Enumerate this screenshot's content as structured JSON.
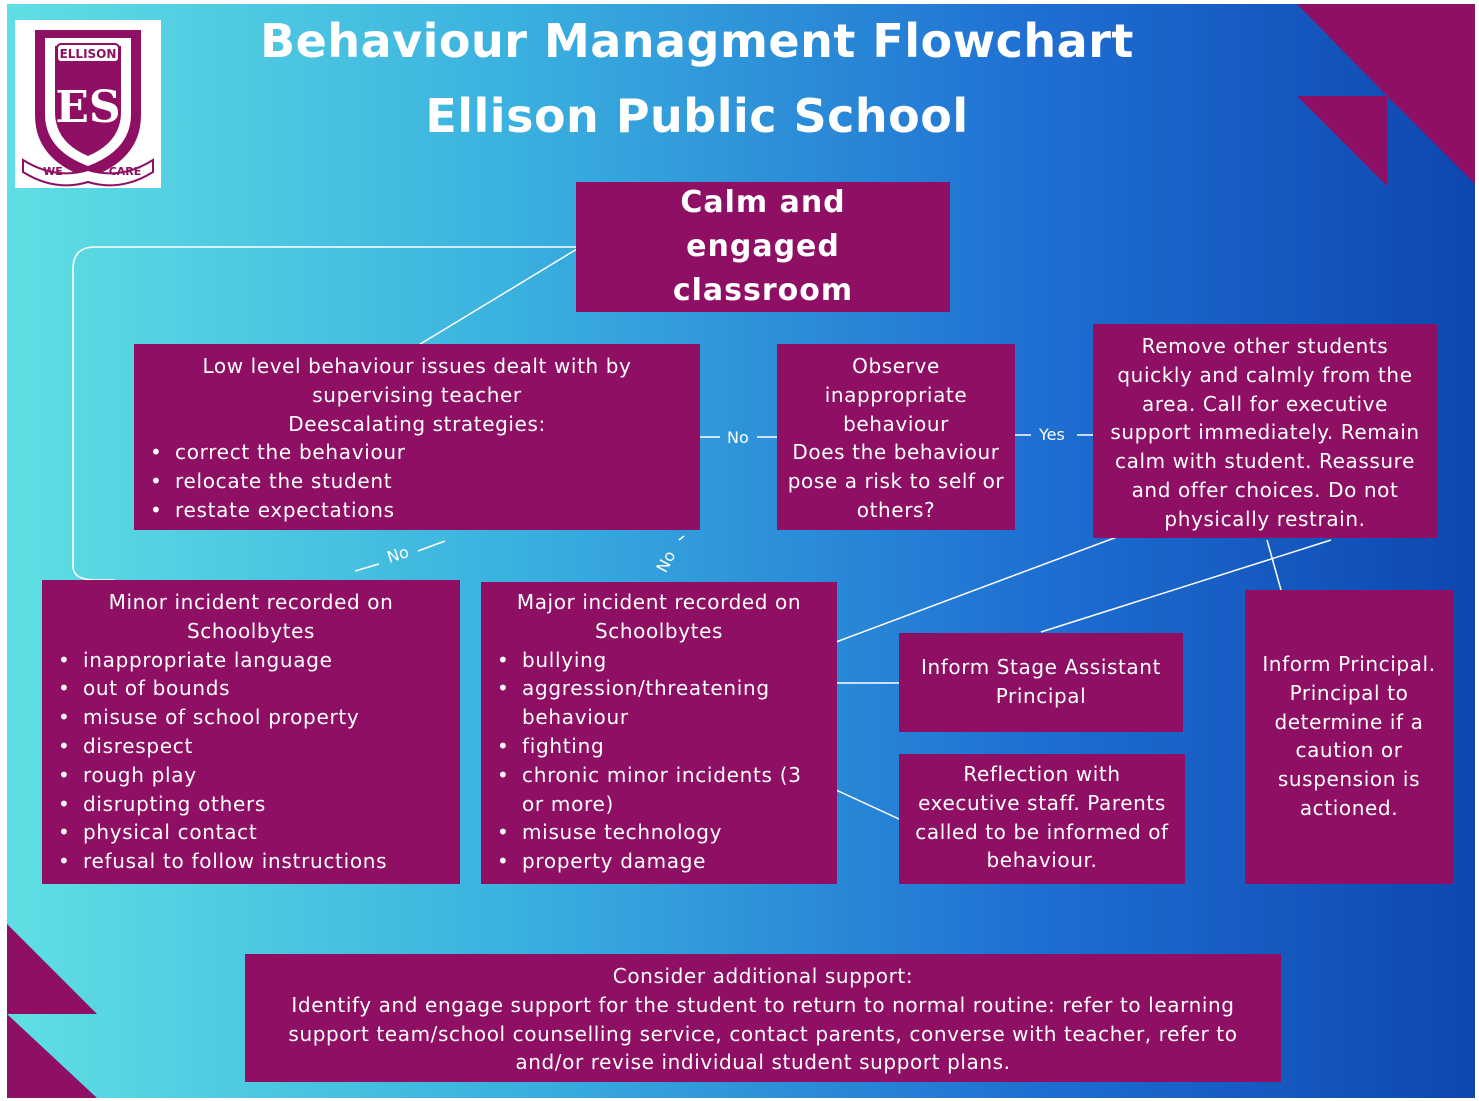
{
  "title": {
    "line1": "Behaviour Managment Flowchart",
    "line2": "Ellison Public School"
  },
  "logo": {
    "top_text": "ELLISON",
    "monogram": "ES",
    "bottom_left": "WE",
    "bottom_right": "CARE"
  },
  "boxes": {
    "calm": "Calm and engaged classroom",
    "low_level": {
      "lines": [
        "Low level behaviour issues dealt with by",
        "supervising teacher",
        "Deescalating strategies:"
      ],
      "items": [
        "correct the behaviour",
        "relocate the student",
        "restate expectations"
      ]
    },
    "observe": {
      "lines": [
        "Observe",
        "inappropriate",
        "behaviour",
        "Does the behaviour",
        "pose a risk to self or",
        "others?"
      ]
    },
    "remove": {
      "lines": [
        "Remove other students",
        "quickly and calmly from the",
        "area. Call for executive",
        "support immediately. Remain",
        "calm with student. Reassure",
        "and offer choices. Do not",
        "physically restrain."
      ]
    },
    "minor": {
      "lines": [
        "Minor incident recorded on",
        "Schoolbytes"
      ],
      "items": [
        "inappropriate language",
        "out of bounds",
        "misuse of school property",
        "disrespect",
        "rough play",
        "disrupting others",
        "physical contact",
        "refusal to follow instructions"
      ]
    },
    "major": {
      "lines": [
        "Major incident recorded on",
        "Schoolbytes"
      ],
      "items": [
        "bullying",
        "aggression/threatening behaviour",
        "fighting",
        "chronic minor incidents (3 or more)",
        "misuse technology",
        "property damage"
      ]
    },
    "inform_stage": {
      "lines": [
        "Inform Stage Assistant",
        "Principal"
      ]
    },
    "reflection": {
      "lines": [
        "Reflection with",
        "executive staff. Parents",
        "called to be informed of",
        "behaviour."
      ]
    },
    "inform_principal": {
      "lines": [
        "Inform Principal.",
        "Principal to",
        "determine if a",
        "caution or",
        "suspension is",
        "actioned."
      ]
    },
    "support": {
      "lines": [
        "Consider additional support:",
        "Identify and engage support for the student to return to normal routine: refer to learning",
        "support team/school counselling service, contact parents, converse with teacher, refer to",
        "and/or revise individual student support plans."
      ]
    }
  },
  "edge_labels": {
    "no_left": "No",
    "yes_right": "Yes",
    "no_minor": "No",
    "no_major": "No"
  },
  "colors": {
    "box": "#8e0f63",
    "text": "#ffffff",
    "gradient_left": "#5fdfe3",
    "gradient_right": "#0d47b0"
  }
}
